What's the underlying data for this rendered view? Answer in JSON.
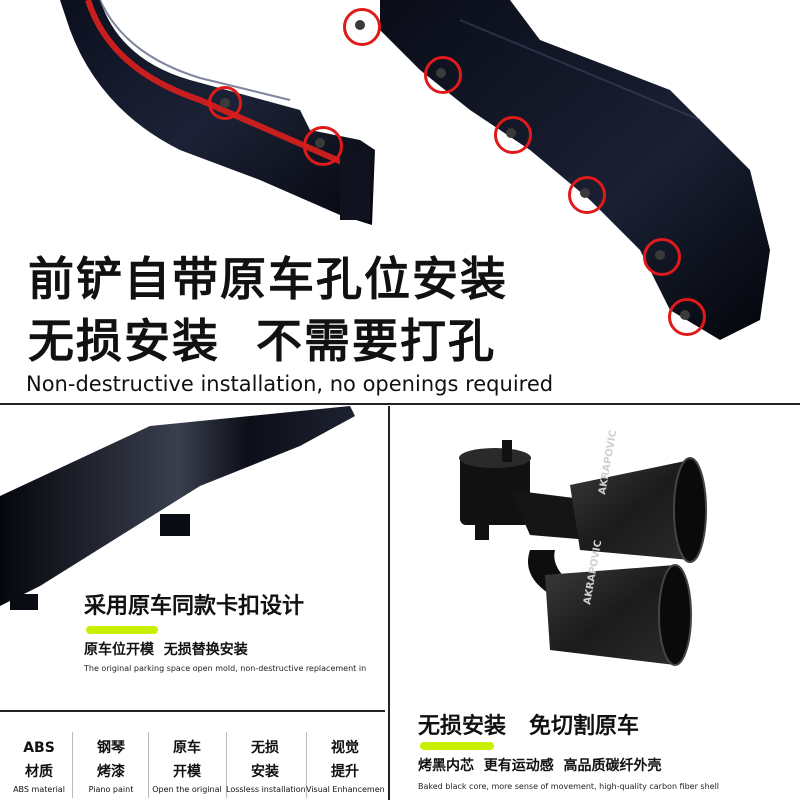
{
  "top": {
    "headline_1": "前铲自带原车孔位安装",
    "headline_2": "无损安装  不需要打孔",
    "subtitle_en": "Non-destructive installation, no openings required"
  },
  "left_panel": {
    "title": "采用原车同款卡扣设计",
    "subtitle": "原车位开模  无损替换安装",
    "subtitle_en": "The original parking space open mold, non-destructive replacement in"
  },
  "features": [
    {
      "l1": "ABS",
      "l2": "材质",
      "en": "ABS material"
    },
    {
      "l1": "钢琴",
      "l2": "烤漆",
      "en": "Piano paint"
    },
    {
      "l1": "原车",
      "l2": "开模",
      "en": "Open the original"
    },
    {
      "l1": "无损",
      "l2": "安装",
      "en": "Lossless installation"
    },
    {
      "l1": "视觉",
      "l2": "提升",
      "en": "Visual Enhancemen"
    }
  ],
  "right_panel": {
    "title": "无损安装   免切割原车",
    "subtitle": "烤黑内芯  更有运动感  高品质碳纤外壳",
    "subtitle_en": "Baked black core, more sense of movement, high-quality carbon fiber shell",
    "brand_logo_text": "AKRAPOVIC"
  },
  "colors": {
    "highlight": "#c8f000",
    "circle": "#e01a1a",
    "accent_red": "#c81e1e"
  }
}
